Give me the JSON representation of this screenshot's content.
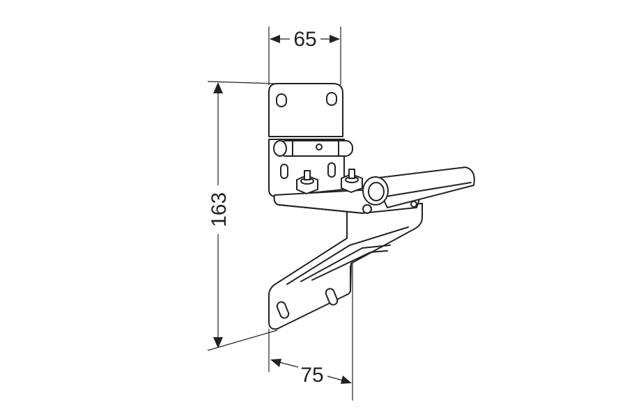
{
  "dimensions": {
    "top_width": "65",
    "height": "163",
    "bottom_depth": "75"
  },
  "colors": {
    "line": "#222222",
    "background": "#ffffff"
  }
}
